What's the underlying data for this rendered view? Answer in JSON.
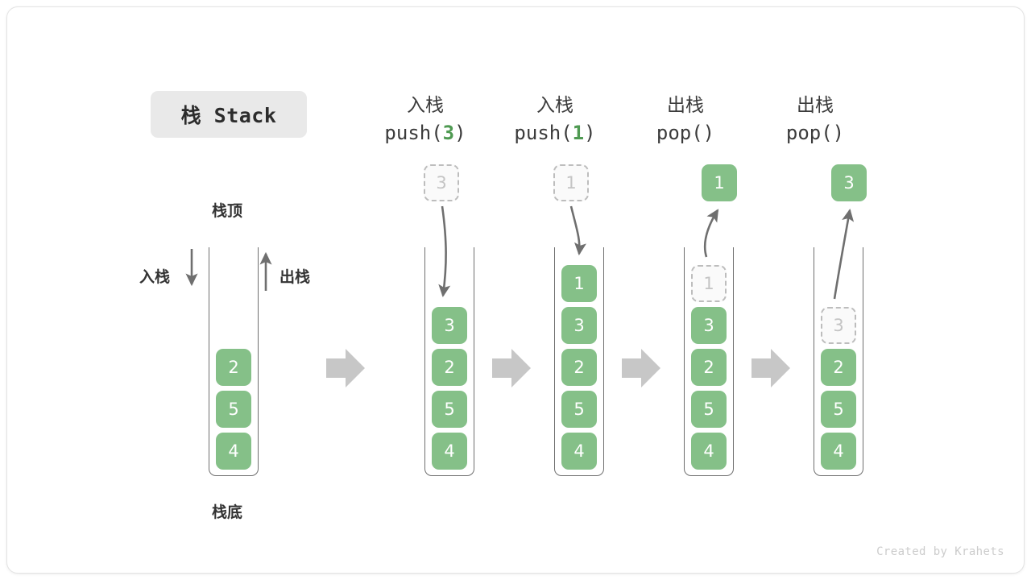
{
  "figure": {
    "title": "栈 Stack",
    "credit": "Created by Krahets",
    "accent_green": "#85c088",
    "ghost_border": "#bdbdbd",
    "arrow_gray": "#6f6f6f",
    "step_arrow_gray": "#c4c4c4",
    "badge_bg": "#e9e9e9"
  },
  "left_panel": {
    "top_label": "栈顶",
    "bottom_label": "栈底",
    "push_label": "入栈",
    "pop_label": "出栈",
    "stack": [
      "2",
      "5",
      "4"
    ]
  },
  "steps": [
    {
      "id": "push-3",
      "op_zh": "入栈",
      "code_name": "push(",
      "code_arg": "3",
      "code_close": ")",
      "incoming": "3",
      "outgoing": null,
      "stack": [
        "3",
        "2",
        "5",
        "4"
      ]
    },
    {
      "id": "push-1",
      "op_zh": "入栈",
      "code_name": "push(",
      "code_arg": "1",
      "code_close": ")",
      "incoming": "1",
      "outgoing": null,
      "stack": [
        "1",
        "3",
        "2",
        "5",
        "4"
      ]
    },
    {
      "id": "pop-1",
      "op_zh": "出栈",
      "code_name": "pop(",
      "code_arg": "",
      "code_close": ")",
      "incoming": null,
      "outgoing": "1",
      "ghost_in_stack": "1",
      "stack": [
        "3",
        "2",
        "5",
        "4"
      ]
    },
    {
      "id": "pop-3",
      "op_zh": "出栈",
      "code_name": "pop(",
      "code_arg": "",
      "code_close": ")",
      "incoming": null,
      "outgoing": "3",
      "ghost_in_stack": "3",
      "stack": [
        "2",
        "5",
        "4"
      ]
    }
  ],
  "transitions": [
    "step-arrow",
    "step-arrow",
    "step-arrow",
    "step-arrow"
  ]
}
